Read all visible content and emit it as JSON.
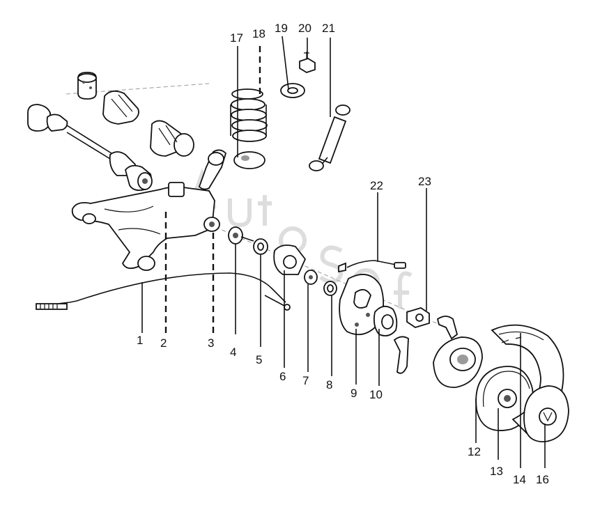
{
  "diagram": {
    "callouts": [
      {
        "id": "1",
        "label": "1"
      },
      {
        "id": "2",
        "label": "2"
      },
      {
        "id": "3",
        "label": "3"
      },
      {
        "id": "4",
        "label": "4"
      },
      {
        "id": "5",
        "label": "5"
      },
      {
        "id": "6",
        "label": "6"
      },
      {
        "id": "7",
        "label": "7"
      },
      {
        "id": "8",
        "label": "8"
      },
      {
        "id": "9",
        "label": "9"
      },
      {
        "id": "10",
        "label": "10"
      },
      {
        "id": "12",
        "label": "12"
      },
      {
        "id": "13",
        "label": "13"
      },
      {
        "id": "14",
        "label": "14"
      },
      {
        "id": "16",
        "label": "16"
      },
      {
        "id": "17",
        "label": "17"
      },
      {
        "id": "18",
        "label": "18"
      },
      {
        "id": "19",
        "label": "19"
      },
      {
        "id": "20",
        "label": "20"
      },
      {
        "id": "21",
        "label": "21"
      },
      {
        "id": "22",
        "label": "22"
      },
      {
        "id": "23",
        "label": "23"
      }
    ],
    "watermark": "Autosoft"
  }
}
